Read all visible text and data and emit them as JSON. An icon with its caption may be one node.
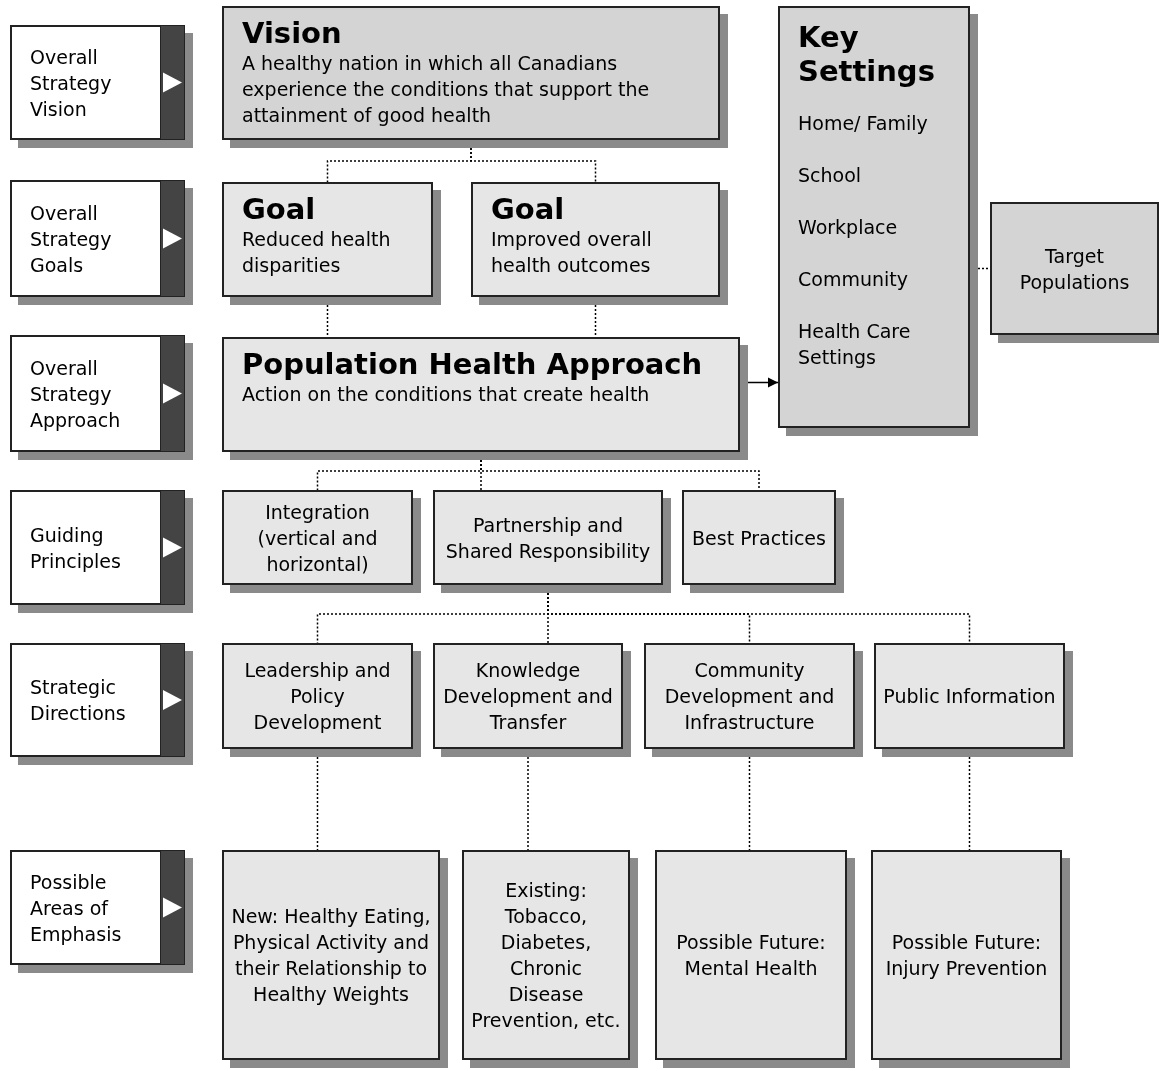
{
  "diagram": {
    "nodes": [
      {
        "text": [
          "Overall Strategy Vision"
        ]
      },
      {
        "text": [
          "Vision",
          "A healthy nation in which all Canadians experience the conditions that support the attainment of good health"
        ]
      },
      {
        "text": [
          "Key Settings",
          "Home/ Family",
          "School",
          "Workplace",
          "Community",
          "Health Care Settings"
        ]
      },
      {
        "text": [
          "Overall Strategy Goals"
        ]
      },
      {
        "text": [
          "Goal",
          "Reduced health disparities"
        ]
      },
      {
        "text": [
          "Goal",
          "Improved overall health outcomes"
        ]
      },
      {
        "text": [
          "Target Populations"
        ]
      },
      {
        "text": [
          "Overall Strategy Approach"
        ]
      },
      {
        "text": [
          "Population Health Approach",
          "Action on the conditions that create health"
        ]
      },
      {
        "text": [
          "Guiding Principles"
        ]
      },
      {
        "text": [
          "Integration (vertical and horizontal)"
        ]
      },
      {
        "text": [
          "Partnership and Shared Responsibility"
        ]
      },
      {
        "text": [
          "Best Practices"
        ]
      },
      {
        "text": [
          "Strategic Directions"
        ]
      },
      {
        "text": [
          "Leadership and Policy Development"
        ]
      },
      {
        "text": [
          "Knowledge Development and Transfer"
        ]
      },
      {
        "text": [
          "Community Development and Infrastructure"
        ]
      },
      {
        "text": [
          "Public Information"
        ]
      },
      {
        "text": [
          "Possible Areas of Emphasis"
        ]
      },
      {
        "text": [
          "New: Healthy Eating, Physical Activity and their Relationship to Healthy Weights"
        ]
      },
      {
        "text": [
          "Existing: Tobacco, Diabetes, Chronic Disease Prevention, etc."
        ]
      },
      {
        "text": [
          "Possible Future: Mental Health"
        ]
      },
      {
        "text": [
          "Possible Future: Injury Prevention"
        ]
      }
    ],
    "edges": [
      {
        "from": 1,
        "to": 4,
        "arrow": "none",
        "style": "dashed"
      },
      {
        "from": 1,
        "to": 5,
        "arrow": "none",
        "style": "dashed"
      },
      {
        "from": 4,
        "to": 8,
        "arrow": "none",
        "style": "dashed"
      },
      {
        "from": 5,
        "to": 8,
        "arrow": "none",
        "style": "dashed"
      },
      {
        "from": 8,
        "to": 2,
        "arrow": "to"
      },
      {
        "from": 2,
        "to": 6,
        "arrow": "none",
        "style": "dashed"
      },
      {
        "from": 8,
        "to": 10,
        "arrow": "none",
        "style": "dashed"
      },
      {
        "from": 8,
        "to": 11,
        "arrow": "none",
        "style": "dashed"
      },
      {
        "from": 8,
        "to": 12,
        "arrow": "none",
        "style": "dashed"
      },
      {
        "from": 11,
        "to": 14,
        "arrow": "none",
        "style": "dashed"
      },
      {
        "from": 11,
        "to": 15,
        "arrow": "none",
        "style": "dashed"
      },
      {
        "from": 11,
        "to": 16,
        "arrow": "none",
        "style": "dashed"
      },
      {
        "from": 11,
        "to": 17,
        "arrow": "none",
        "style": "dashed"
      },
      {
        "from": 14,
        "to": 19,
        "arrow": "none",
        "style": "dashed"
      },
      {
        "from": 15,
        "to": 20,
        "arrow": "none",
        "style": "dashed"
      },
      {
        "from": 16,
        "to": 21,
        "arrow": "none",
        "style": "dashed"
      },
      {
        "from": 17,
        "to": 22,
        "arrow": "none",
        "style": "dashed"
      }
    ]
  }
}
